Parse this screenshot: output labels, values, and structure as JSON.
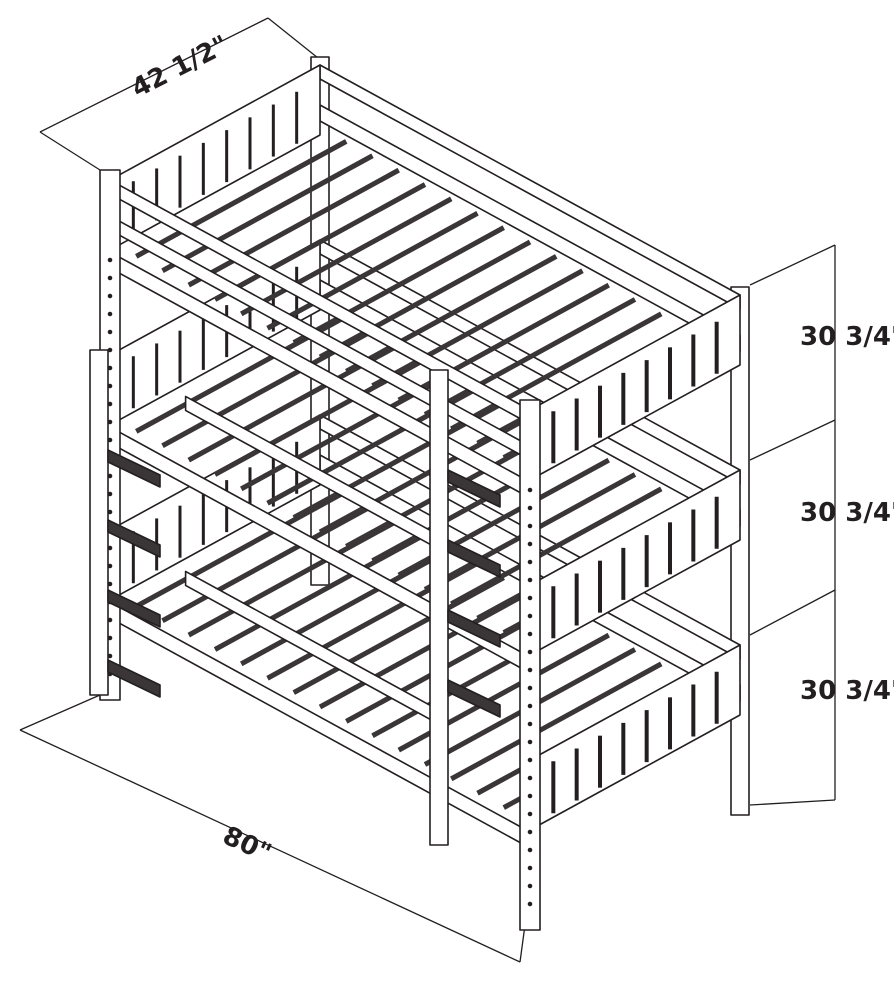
{
  "title": "Triple bunk bed dimension diagram",
  "dimensions": {
    "width": "42 1/2\"",
    "length": "80\"",
    "tier_heights": [
      "30 3/4\"",
      "30 3/4\"",
      "30 3/4\""
    ]
  },
  "colors": {
    "line": "#231f20",
    "fill": "#ffffff",
    "shade": "#3a3536"
  }
}
